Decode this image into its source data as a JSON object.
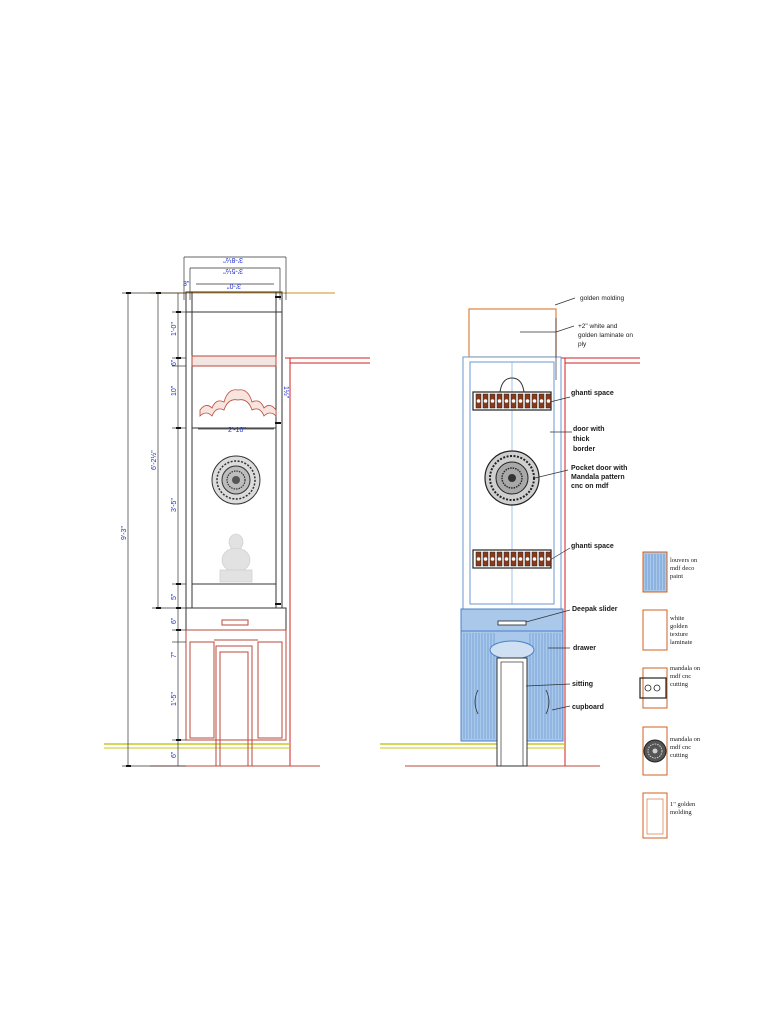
{
  "left_elevation": {
    "dims_top": [
      "3'-8½\"",
      "3'-5½\"",
      "3'-0\""
    ],
    "dim_small_top": "3\"",
    "dims_vertical": [
      "1'-0\"",
      "6\"",
      "10\"",
      "3'-5\"",
      "5\"",
      "6\"",
      "7\"",
      "1'-5\"",
      "6\""
    ],
    "dim_side": "1½\"",
    "dim_inner_width": "2'-10\"",
    "dim_overall_height": "9'-3\"",
    "dim_upper_height": "6'-2½\""
  },
  "right_elevation": {
    "callouts": [
      "golden molding",
      "+2\" white and golden laminate on ply",
      "ghanti space",
      "door with thick border",
      "Pocket door with Mandala pattern cnc on mdf",
      "ghanti space",
      "Deepak slider",
      "drawer",
      "sitting",
      "cupboard"
    ]
  },
  "legend": [
    {
      "swatch": "louvers",
      "text": "louvers on mdf deco paint"
    },
    {
      "swatch": "white-golden",
      "text": "white golden texture laminate"
    },
    {
      "swatch": "mandala-small",
      "text": "mandala on mdf cnc cutting"
    },
    {
      "swatch": "mandala-big",
      "text": "mandala on mdf cnc cutting"
    },
    {
      "swatch": "molding",
      "text": "1\" golden molding"
    }
  ],
  "colors": {
    "dimension": "#1f2fd0",
    "wall": "#d02020",
    "molding": "#c8901f",
    "floor": "#c8c820",
    "frame": "#b84a3a",
    "louver_fill": "#a9c8ea",
    "louver_line": "#4a80c8",
    "legend_border": "#d06020"
  }
}
